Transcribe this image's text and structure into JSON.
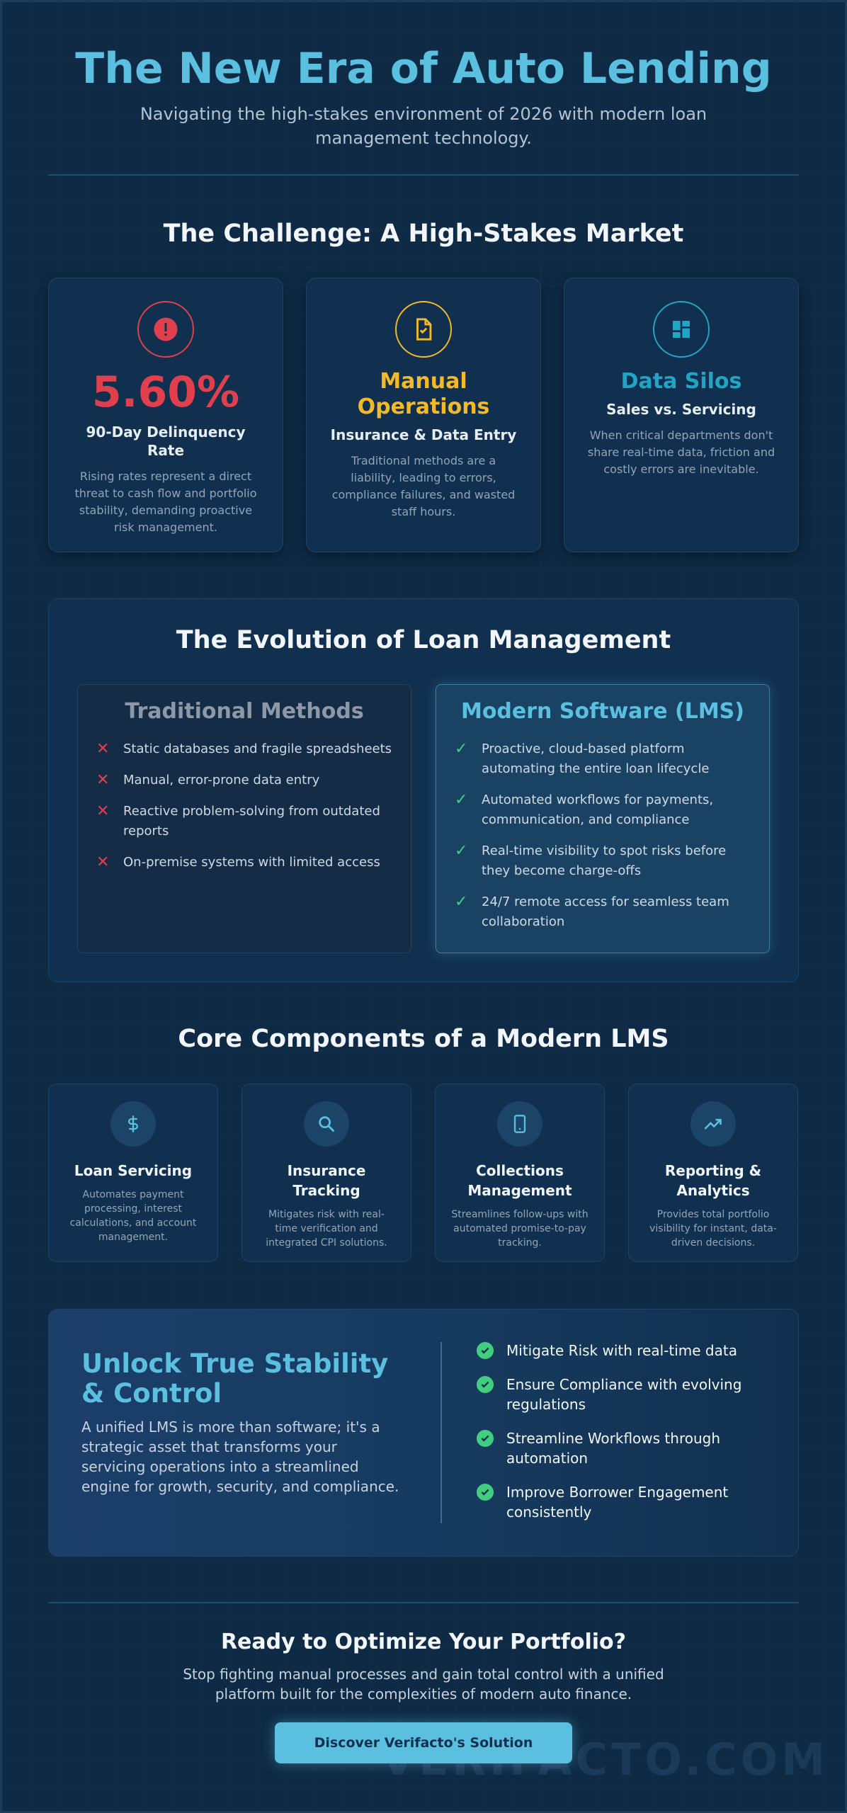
{
  "header": {
    "title": "The New Era of Auto Lending",
    "subtitle": "Navigating the high-stakes environment of 2026 with modern loan management technology."
  },
  "challenge": {
    "title": "The Challenge: A High-Stakes Market",
    "cards": [
      {
        "icon": "alert-icon",
        "headline": "5.60%",
        "subtitle": "90-Day Delinquency Rate",
        "description": "Rising rates represent a direct threat to cash flow and portfolio stability, demanding proactive risk management.",
        "color": "#e0404e"
      },
      {
        "icon": "document-icon",
        "headline": "Manual Operations",
        "subtitle": "Insurance & Data Entry",
        "description": "Traditional methods are a liability, leading to errors, compliance failures, and wasted staff hours.",
        "color": "#f5b928"
      },
      {
        "icon": "dashboard-icon",
        "headline": "Data Silos",
        "subtitle": "Sales vs. Servicing",
        "description": "When critical departments don't share real-time data, friction and costly errors are inevitable.",
        "color": "#21a5c4"
      }
    ]
  },
  "evolution": {
    "title": "The Evolution of Loan Management",
    "traditional": {
      "title": "Traditional Methods",
      "items": [
        "Static databases and fragile spreadsheets",
        "Manual, error-prone data entry",
        "Reactive problem-solving from outdated reports",
        "On-premise systems with limited access"
      ]
    },
    "modern": {
      "title": "Modern Software (LMS)",
      "items": [
        "Proactive, cloud-based platform automating the entire loan lifecycle",
        "Automated workflows for payments, communication, and compliance",
        "Real-time visibility to spot risks before they become charge-offs",
        "24/7 remote access for seamless team collaboration"
      ]
    }
  },
  "components": {
    "title": "Core Components of a Modern LMS",
    "items": [
      {
        "icon": "dollar-icon",
        "title": "Loan Servicing",
        "description": "Automates payment processing, interest calculations, and account management."
      },
      {
        "icon": "search-icon",
        "title": "Insurance Tracking",
        "description": "Mitigates risk with real-time verification and integrated CPI solutions."
      },
      {
        "icon": "mobile-icon",
        "title": "Collections Management",
        "description": "Streamlines follow-ups with automated promise-to-pay tracking."
      },
      {
        "icon": "trending-up-icon",
        "title": "Reporting & Analytics",
        "description": "Provides total portfolio visibility for instant, data-driven decisions."
      }
    ]
  },
  "unlock": {
    "title": "Unlock True Stability & Control",
    "description": "A unified LMS is more than software; it's a strategic asset that transforms your servicing operations into a streamlined engine for growth, security, and compliance.",
    "benefits": [
      "Mitigate Risk with real-time data",
      "Ensure Compliance with evolving regulations",
      "Streamline Workflows through automation",
      "Improve Borrower Engagement consistently"
    ]
  },
  "cta": {
    "title": "Ready to Optimize Your Portfolio?",
    "description": "Stop fighting manual processes and gain total control with a unified platform built for the complexities of modern auto finance.",
    "button_label": "Discover Verifacto's Solution",
    "watermark": "VERIFACTO.COM"
  },
  "colors": {
    "background": "#0e2a44",
    "accent": "#5bbfe0",
    "danger": "#e0404e",
    "warning": "#f5b928",
    "teal": "#21a5c4",
    "success": "#3fcf7f"
  }
}
